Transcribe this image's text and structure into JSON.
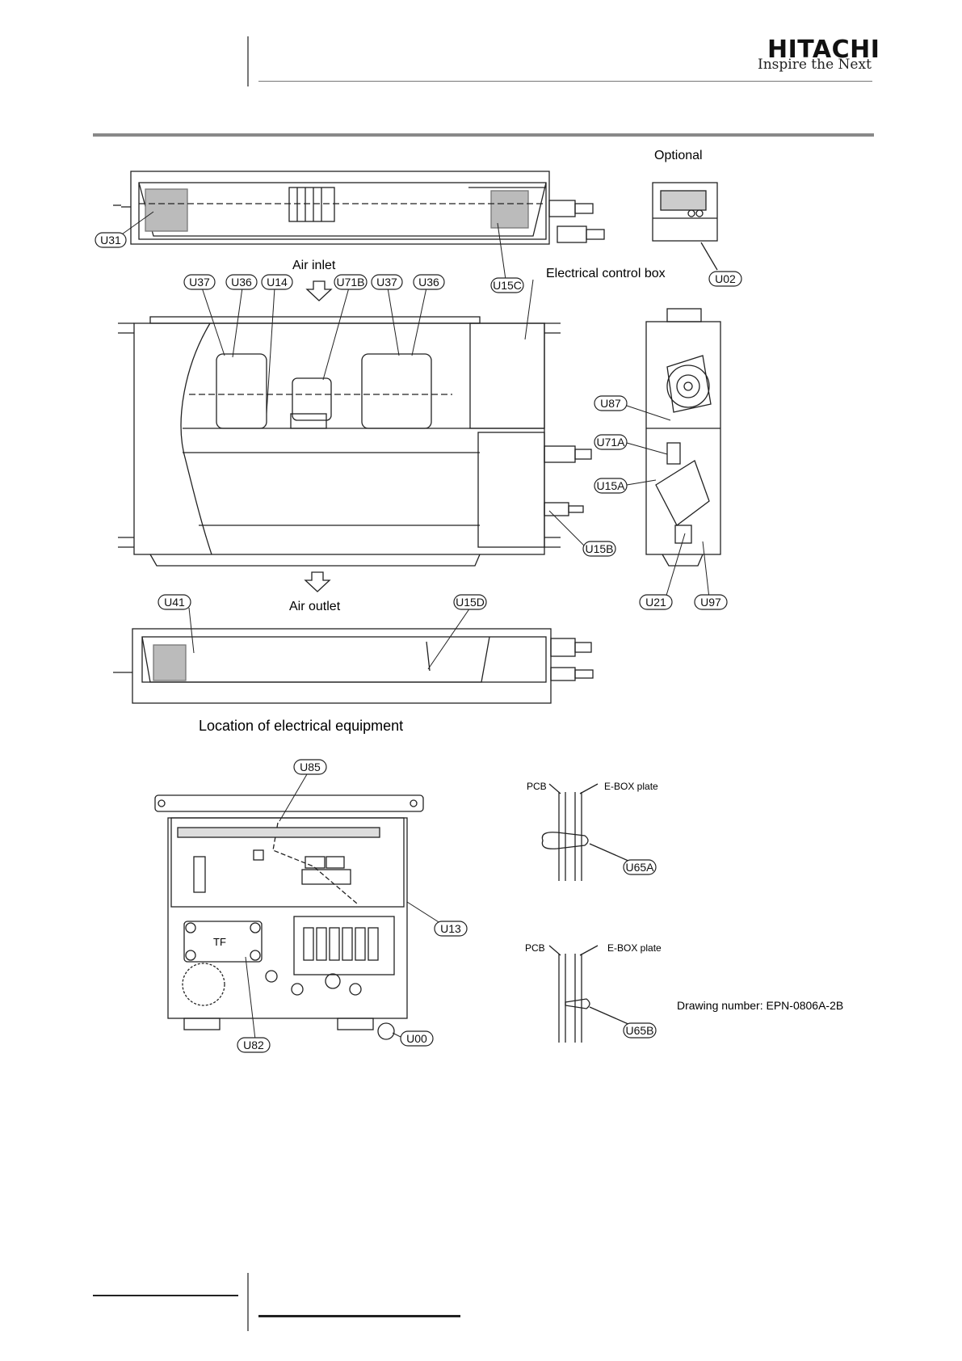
{
  "header": {
    "brand": "HITACHI",
    "tagline": "Inspire the Next"
  },
  "labels": {
    "optional": "Optional",
    "air_inlet": "Air inlet",
    "air_outlet": "Air outlet",
    "electrical_control_box": "Electrical control box",
    "location_caption": "Location of electrical equipment",
    "drawing_number": "Drawing number: EPN-0806A-2B"
  },
  "pcb_detail_a": {
    "pcb": "PCB",
    "ebox": "E-BOX plate",
    "callout": "U65A"
  },
  "pcb_detail_b": {
    "pcb": "PCB",
    "ebox": "E-BOX plate",
    "callout": "U65B"
  },
  "callouts": {
    "u31": "U31",
    "u15c": "U15C",
    "u02": "U02",
    "u37a": "U37",
    "u36a": "U36",
    "u14": "U14",
    "u71b": "U71B",
    "u37b": "U37",
    "u36b": "U36",
    "u87": "U87",
    "u71a": "U71A",
    "u15a": "U15A",
    "u15b": "U15B",
    "u21": "U21",
    "u97": "U97",
    "u41": "U41",
    "u15d": "U15D",
    "u85": "U85",
    "u13": "U13",
    "u82": "U82",
    "u00": "U00"
  },
  "transformer_label": "TF"
}
